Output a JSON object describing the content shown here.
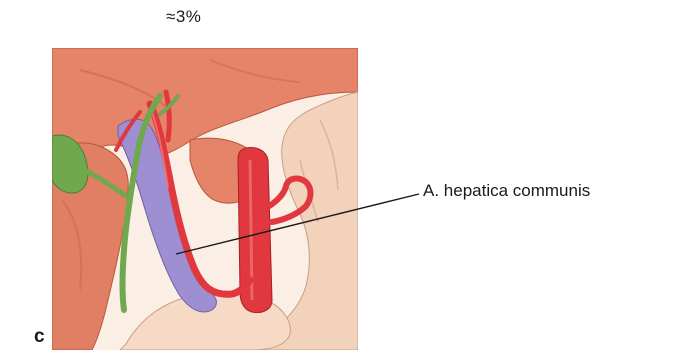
{
  "figure": {
    "caption": "≈3%",
    "panel_letter": "c"
  },
  "annotations": [
    {
      "label": "A. hepatica communis"
    }
  ],
  "colors": {
    "liver": "#e58468",
    "liver_dark": "#c8664a",
    "duodenum": "#f3d2bc",
    "artery": "#e0383e",
    "artery_light": "#f07a7a",
    "portal_vein": "#9d8fd2",
    "bile_duct": "#6fa84e",
    "leader_line": "#1a1a1a"
  }
}
